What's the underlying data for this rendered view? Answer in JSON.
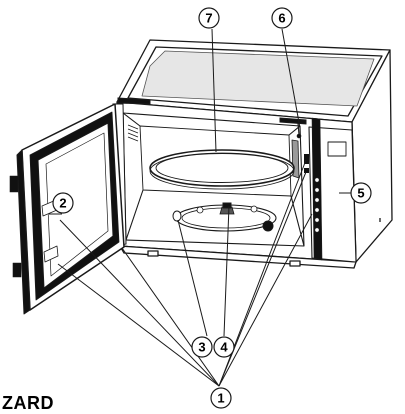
{
  "callouts": [
    {
      "id": "1",
      "label": "1"
    },
    {
      "id": "2",
      "label": "2"
    },
    {
      "id": "3",
      "label": "3"
    },
    {
      "id": "4",
      "label": "4"
    },
    {
      "id": "5",
      "label": "5"
    },
    {
      "id": "6",
      "label": "6"
    },
    {
      "id": "7",
      "label": "7"
    }
  ],
  "caption": {
    "text": "ZARD"
  },
  "colors": {
    "line": "#1a1a1a",
    "dark_panel": "#111111",
    "mid_gray": "#9a9a9a",
    "light_gray": "#e6e6e6"
  }
}
